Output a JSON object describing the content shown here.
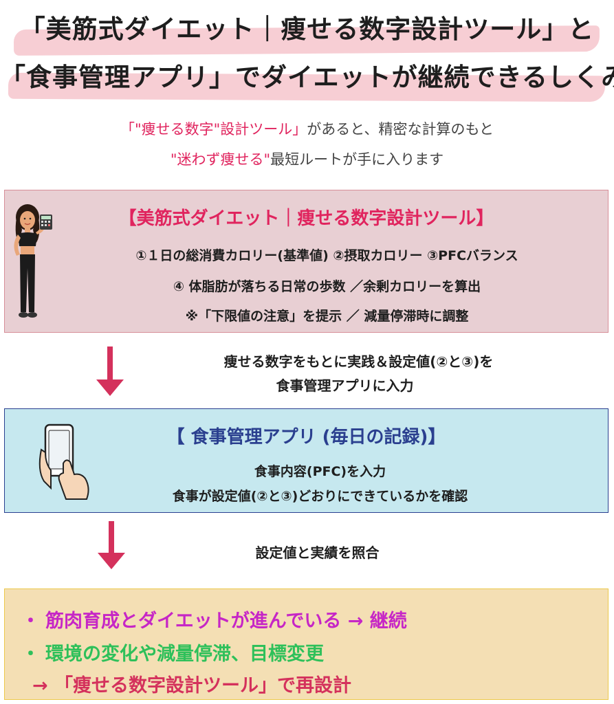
{
  "title": {
    "line1": "「美筋式ダイエット｜痩せる数字設計ツール」と",
    "line2": "「食事管理アプリ」でダイエットが継続できるしくみ"
  },
  "lead": {
    "row1_pink": "「\"痩せる数字\"設計ツール」",
    "row1_rest": "があると、精密な計算のもと",
    "row2_pink": "\"迷わず痩せる\"",
    "row2_rest": "最短ルートが手に入ります"
  },
  "box1": {
    "title": "【美筋式ダイエット｜痩せる数字設計ツール】",
    "line1": "①１日の総消費カロリー(基準値) ②摂取カロリー ③PFCバランス",
    "line2": "④ 体脂肪が落ちる日常の歩数 ／余剰カロリーを算出",
    "line3": "※「下限値の注意」を提示 ／ 減量停滞時に調整"
  },
  "step1": {
    "line1": "痩せる数字をもとに実践＆設定値(②と③)を",
    "line2": "食事管理アプリに入力"
  },
  "box2": {
    "title": "【 食事管理アプリ (毎日の記録)】",
    "line1": "食事内容(PFC)を入力",
    "line2": "食事が設定値(②と③)どおりにできているかを確認"
  },
  "step2": {
    "line1": "設定値と実績を照合"
  },
  "box3": {
    "item1": "筋肉育成とダイエットが進んでいる → 継続",
    "item2": "環境の変化や減量停滞、目標変更",
    "item3": "→ 「痩せる数字設計ツール」で再設計",
    "bullet": "・"
  },
  "icons": {
    "woman": "woman-with-calculator-icon",
    "phone": "hand-holding-smartphone-icon",
    "arrow": "down-arrow-icon"
  },
  "colors": {
    "accent_pink": "#e0245e",
    "navy": "#2a3f8f",
    "magenta": "#c626c6",
    "green": "#2ec05a",
    "arrow": "#d4315c"
  }
}
